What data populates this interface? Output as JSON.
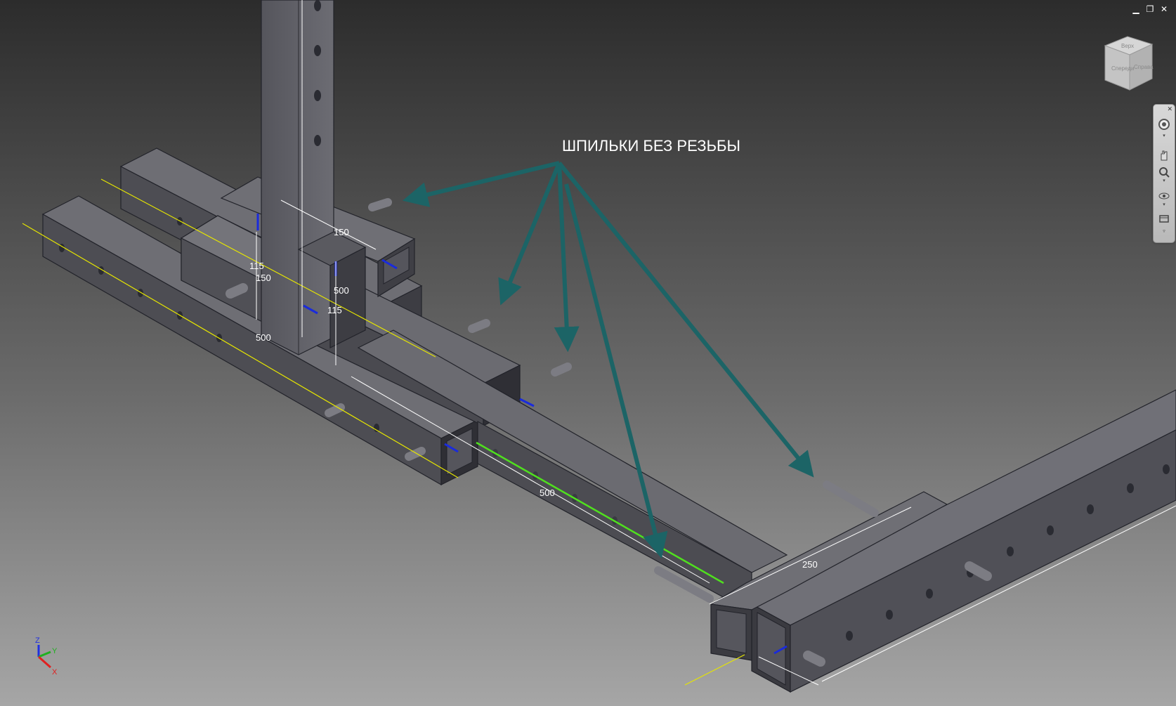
{
  "window": {
    "minimize_icon": "minimize-icon",
    "restore_icon": "restore-icon",
    "close_icon": "close-icon"
  },
  "viewcube": {
    "face_top": "Верх",
    "face_front": "Спереди",
    "face_right": "Справа"
  },
  "annotation": {
    "label": "ШПИЛЬКИ БЕЗ РЕЗЬБЫ",
    "color": "#1c6466"
  },
  "dimensions": {
    "d150_top": "150",
    "d115_left": "115",
    "d150_left": "150",
    "d500_center": "500",
    "d115_center": "115",
    "d500_left": "500",
    "d500_bottom": "500",
    "d250": "250"
  },
  "navigation_bar": {
    "tools": [
      "steering-wheel-icon",
      "pan-icon",
      "zoom-icon",
      "orbit-icon",
      "look-at-icon"
    ]
  },
  "colors": {
    "steel_top": "#6e6e74",
    "steel_side": "#4d4d53",
    "edge": "#22232a",
    "axis_yellow": "#e6e600",
    "path_green": "#50e01e",
    "dimension": "#ffffff"
  }
}
